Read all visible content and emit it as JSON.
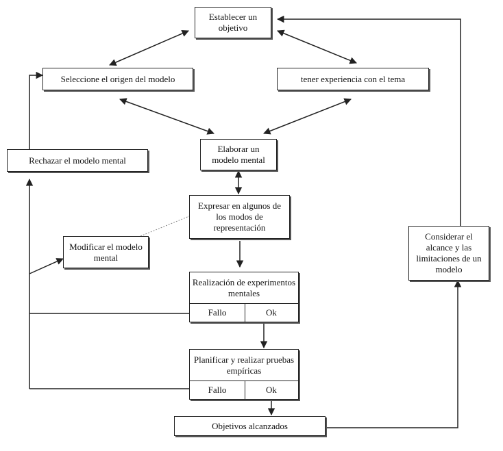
{
  "nodes": {
    "establecer": "Establecer un objetivo",
    "origen": "Seleccione el origen del modelo",
    "experiencia": "tener experiencia con el tema",
    "elaborar": "Elaborar un modelo mental",
    "rechazar": "Rechazar el modelo mental",
    "expresar": "Expresar en algunos de los modos de representación",
    "modificar": "Modificar el modelo mental",
    "considerar": "Considerar el alcance y las limitaciones de un modelo",
    "experimentos": {
      "title": "Realización de experimentos mentales",
      "fail": "Fallo",
      "ok": "Ok"
    },
    "pruebas": {
      "title": "Planificar y realizar pruebas empíricas",
      "fail": "Fallo",
      "ok": "Ok"
    },
    "objetivos": "Objetivos alcanzados"
  }
}
